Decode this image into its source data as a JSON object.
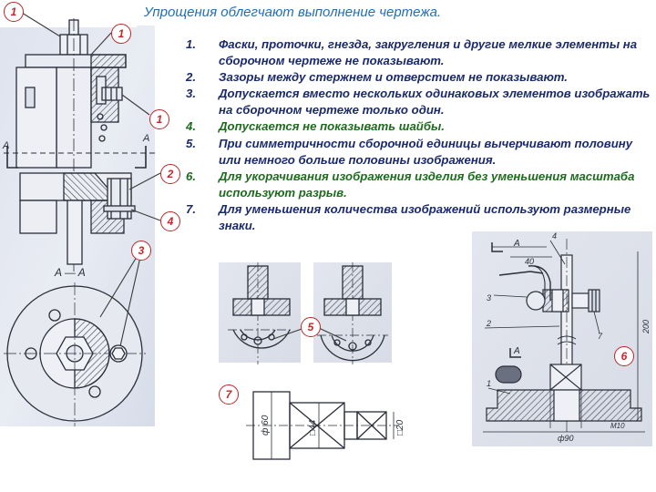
{
  "title": "Упрощения облегчают выполнение чертежа.",
  "rules": [
    {
      "num": "1.",
      "text": "Фаски, проточки, гнезда, закругления и другие мелкие элементы на сборочном чертеже не показывают.",
      "color": "#1a2a6c"
    },
    {
      "num": "2.",
      "text": "Зазоры между стержнем и отверстием не показывают.",
      "color": "#1a2a6c"
    },
    {
      "num": "3.",
      "text": "Допускается вместо нескольких одинаковых элементов изображать на сборочном чертеже только один.",
      "color": "#1a2a6c"
    },
    {
      "num": "4.",
      "text": "Допускается не показывать шайбы.",
      "color": "#1e6b1e"
    },
    {
      "num": "5.",
      "text": "При симметричности сборочной единицы вычерчивают половину или немного больше половины изображения.",
      "color": "#1a2a6c"
    },
    {
      "num": "6.",
      "text": "Для укорачивания изображения изделия без уменьшения масштаба используют разрыв.",
      "color": "#1e6b1e"
    },
    {
      "num": "7.",
      "text": "Для уменьшения количества изображений используют размерные знаки.",
      "color": "#1a2a6c"
    }
  ],
  "badges": {
    "b1_top": "1",
    "b1_second": "1",
    "b1_third": "1",
    "b2": "2",
    "b4": "4",
    "b3": "3",
    "b5": "5",
    "b6": "6",
    "b7": "7"
  },
  "drawing_labels": {
    "section_mark_left": "A",
    "section_mark_right": "A",
    "section_title": "A — A",
    "right_section_mark": "A",
    "right_section_mark_lower": "A",
    "dim_40": "40",
    "dim_200": "200",
    "dim_phi90": "ф90",
    "dim_m10": "М10",
    "pos_1": "1",
    "pos_2": "2",
    "pos_3": "3",
    "pos_4": "4",
    "pos_7": "7",
    "dim_phi60": "ф 60",
    "dim_sq44": "□44",
    "dim_sq20": "□20"
  },
  "colors": {
    "title": "#1f6fb8",
    "text_navy": "#1a2a6c",
    "text_green": "#1e6b1e",
    "badge": "#c62828",
    "line": "#2a2e3a",
    "hatch": "#3a4150",
    "leader": "#3a3a3a"
  },
  "icons": [
    "hatch-pattern"
  ]
}
